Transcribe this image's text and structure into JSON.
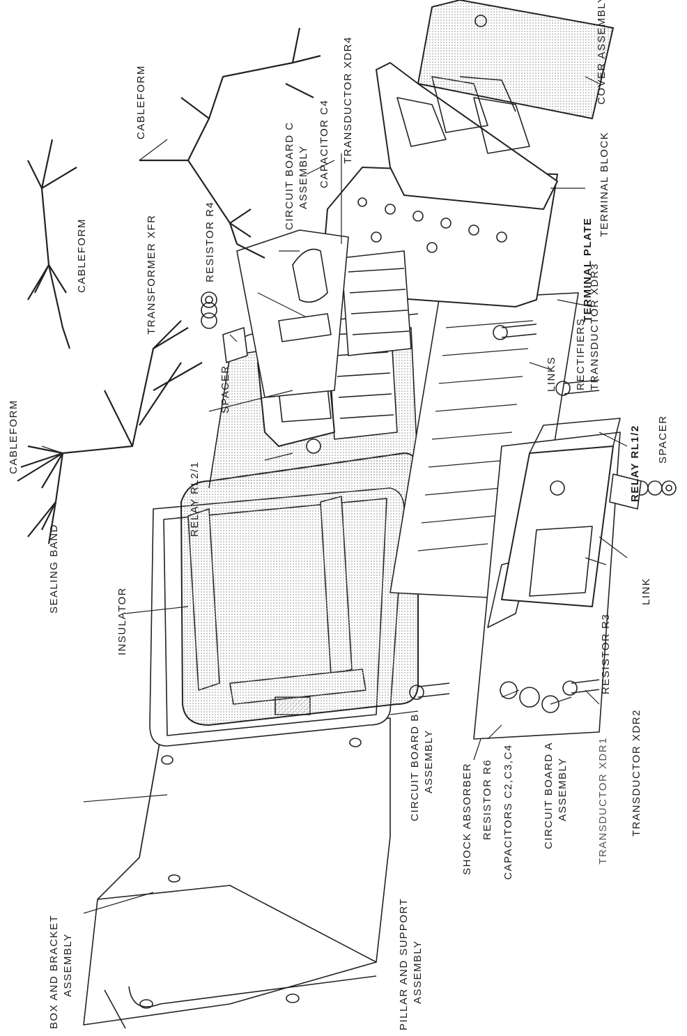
{
  "labels": {
    "box_and_bracket": [
      "BOX AND BRACKET",
      "ASSEMBLY"
    ],
    "pillar_and_support": [
      "PILLAR AND SUPPORT",
      "ASSEMBLY"
    ],
    "sealing_band": "SEALING BAND",
    "insulator": "INSULATOR",
    "circuit_board_b": [
      "CIRCUIT BOARD B",
      "ASSEMBLY"
    ],
    "shock_absorber": "SHOCK ABSORBER",
    "resistor_r6": "RESISTOR R6",
    "capacitors_c2_c3_c4": "CAPACITORS C2,C3,C4",
    "circuit_board_a": [
      "CIRCUIT BOARD A",
      "ASSEMBLY"
    ],
    "transductor_xdr1": "TRANSDUCTOR XDR1",
    "transductor_xdr2": "TRANSDUCTOR XDR2",
    "resistor_r3": "RESISTOR R3",
    "link": "LINK",
    "spacer_right": "SPACER",
    "relay_rl1_2": "RELAY RL1/2",
    "links": "LINKS",
    "transductor_xdr3": "TRANSDUCTOR XDR3",
    "rectifiers": "RECTIFIERS",
    "terminal_plate": "TERMINAL PLATE",
    "terminal_block": "TERMINAL BLOCK",
    "cover_assembly": "COVER ASSEMBLY",
    "cableform_left": "CABLEFORM",
    "relay_rl2_1": "RELAY RL2/1",
    "spacer_left": "SPACER",
    "transformer_xfr": "TRANSFORMER XFR",
    "resistor_r4": "RESISTOR R4",
    "cableform_middle": "CABLEFORM",
    "circuit_board_c": [
      "CIRCUIT BOARD C",
      "ASSEMBLY"
    ],
    "capacitor_c4": "CAPACITOR C4",
    "cableform_top": "CABLEFORM",
    "transductor_xdr4": "TRANSDUCTOR XDR4"
  }
}
